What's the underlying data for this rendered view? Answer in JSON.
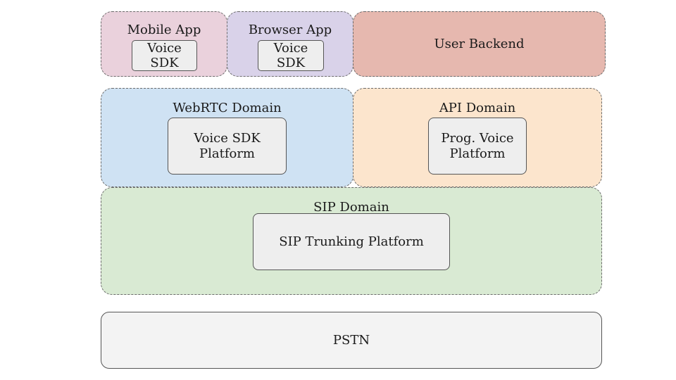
{
  "colors": {
    "mobile_app": "#ead1dc",
    "browser_app": "#d9d2e9",
    "user_backend": "#e6b8af",
    "webrtc_domain": "#cfe2f3",
    "api_domain": "#fce5cd",
    "sip_domain": "#d9ead3",
    "pstn": "#f3f3f3",
    "component": "#eeeeee"
  },
  "clients": {
    "mobile_app": {
      "title": "Mobile App",
      "component": "Voice\nSDK"
    },
    "browser_app": {
      "title": "Browser App",
      "component": "Voice\nSDK"
    },
    "user_backend": {
      "title": "User Backend"
    }
  },
  "domains": {
    "webrtc": {
      "title": "WebRTC Domain",
      "component": "Voice SDK\nPlatform"
    },
    "api": {
      "title": "API Domain",
      "component": "Prog. Voice\nPlatform"
    },
    "sip": {
      "title": "SIP Domain",
      "component": "SIP Trunking Platform"
    }
  },
  "pstn": {
    "label": "PSTN"
  }
}
